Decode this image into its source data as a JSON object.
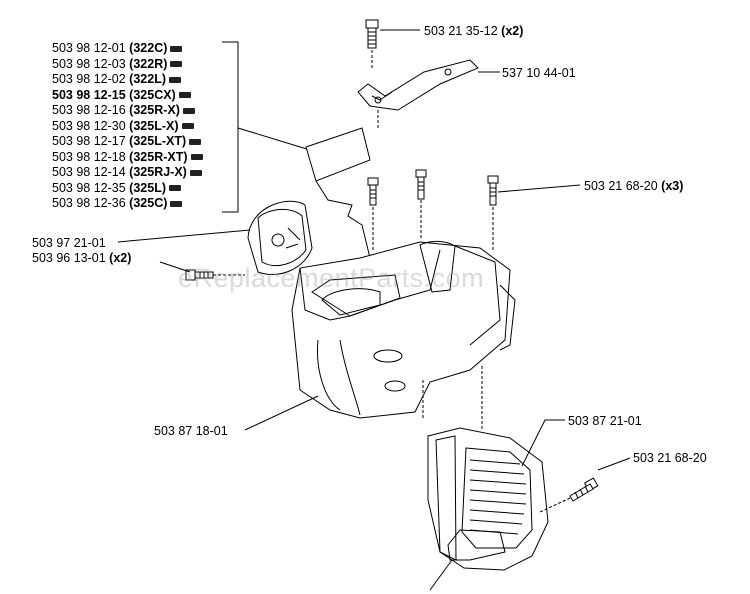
{
  "kit_list": [
    {
      "part": "503 98 12-01",
      "model": "(322C)",
      "bold": false
    },
    {
      "part": "503 98 12-03",
      "model": "(322R)",
      "bold": false
    },
    {
      "part": "503 98 12-02",
      "model": "(322L)",
      "bold": false
    },
    {
      "part": "503 98 12-15",
      "model": "(325CX)",
      "bold": true
    },
    {
      "part": "503 98 12-16",
      "model": "(325R-X)",
      "bold": false
    },
    {
      "part": "503 98 12-30",
      "model": "(325L-X)",
      "bold": false
    },
    {
      "part": "503 98 12-17",
      "model": "(325L-XT)",
      "bold": false
    },
    {
      "part": "503 98 12-18",
      "model": "(325R-XT)",
      "bold": false
    },
    {
      "part": "503 98 12-14",
      "model": "(325RJ-X)",
      "bold": false
    },
    {
      "part": "503 98 12-35",
      "model": "(325L)",
      "bold": false
    },
    {
      "part": "503 98 12-36",
      "model": "(325C)",
      "bold": false
    }
  ],
  "kit_icon": "kit-icon",
  "callouts": {
    "screw_top": {
      "part": "503 21 35-12",
      "qty": "(x2)"
    },
    "bracket": {
      "part": "537 10 44-01",
      "qty": ""
    },
    "screws_cover": {
      "part": "503 21 68-20",
      "qty": "(x3)"
    },
    "side_cover": {
      "part": "503 97 21-01",
      "qty": ""
    },
    "side_screw": {
      "part": "503 96 13-01",
      "qty": "(x2)"
    },
    "main_cover": {
      "part": "503 87 18-01",
      "qty": ""
    },
    "cylinder_cover": {
      "part": "503 87 21-01",
      "qty": ""
    },
    "cover_screw": {
      "part": "503 21 68-20",
      "qty": ""
    }
  },
  "watermark": "eReplacementParts.com"
}
